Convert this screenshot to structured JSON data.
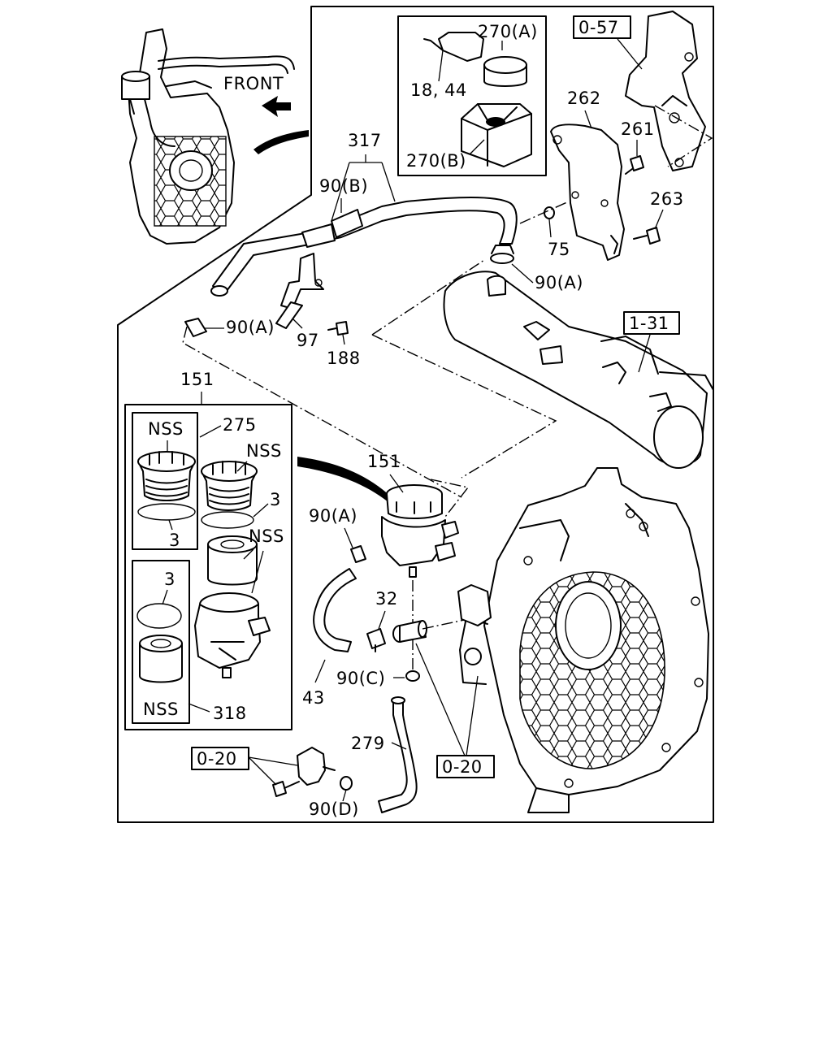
{
  "diagram": {
    "front_label": "FRONT",
    "refs": {
      "r0_57": "0-57",
      "r1_31": "1-31",
      "r0_20_left": "0-20",
      "r0_20_right": "0-20"
    },
    "labels": {
      "p270a": "270(A)",
      "p18_44": "18, 44",
      "p270b": "270(B)",
      "p262": "262",
      "p261": "261",
      "p263": "263",
      "p317": "317",
      "p90b": "90(B)",
      "p75": "75",
      "p90a_right": "90(A)",
      "p90a_left": "90(A)",
      "p97": "97",
      "p188": "188",
      "p151_top": "151",
      "p275": "275",
      "nss_a": "NSS",
      "nss_b": "NSS",
      "p3_a": "3",
      "p3_b": "3",
      "nss_c": "NSS",
      "p3_c": "3",
      "nss_d": "NSS",
      "p318": "318",
      "p151_mid": "151",
      "p90a_mid": "90(A)",
      "p32": "32",
      "p43": "43",
      "p90c": "90(C)",
      "p279": "279",
      "p90d": "90(D)"
    }
  }
}
